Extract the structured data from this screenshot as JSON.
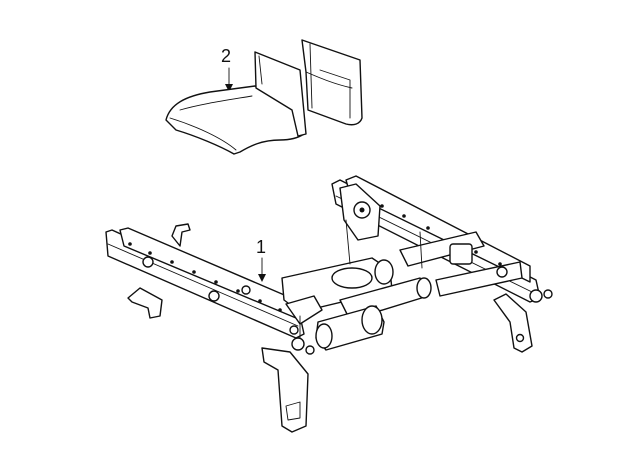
{
  "diagram": {
    "background": "#ffffff",
    "line_color": "#111111",
    "callouts": [
      {
        "id": "1",
        "label": "1"
      },
      {
        "id": "2",
        "label": "2"
      }
    ]
  }
}
